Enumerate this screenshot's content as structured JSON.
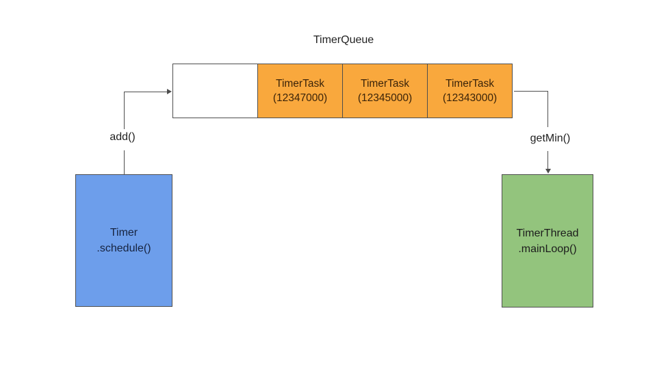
{
  "title": "TimerQueue",
  "colors": {
    "task_fill": "#f9a83d",
    "task_text": "#3a2309",
    "producer_fill": "#6d9eeb",
    "producer_text": "#16233f",
    "consumer_fill": "#93c47d",
    "consumer_text": "#1c1c1c",
    "line": "#4d4d4d",
    "background": "#ffffff"
  },
  "queue": {
    "cells": [
      {
        "line1": "",
        "line2": ""
      },
      {
        "line1": "TimerTask",
        "line2": "(12347000)"
      },
      {
        "line1": "TimerTask",
        "line2": "(12345000)"
      },
      {
        "line1": "TimerTask",
        "line2": "(12343000)"
      }
    ]
  },
  "edges": {
    "add": "add()",
    "get_min": "getMin()"
  },
  "producer": {
    "line1": "Timer",
    "line2": ".schedule()"
  },
  "consumer": {
    "line1": "TimerThread",
    "line2": ".mainLoop()"
  }
}
